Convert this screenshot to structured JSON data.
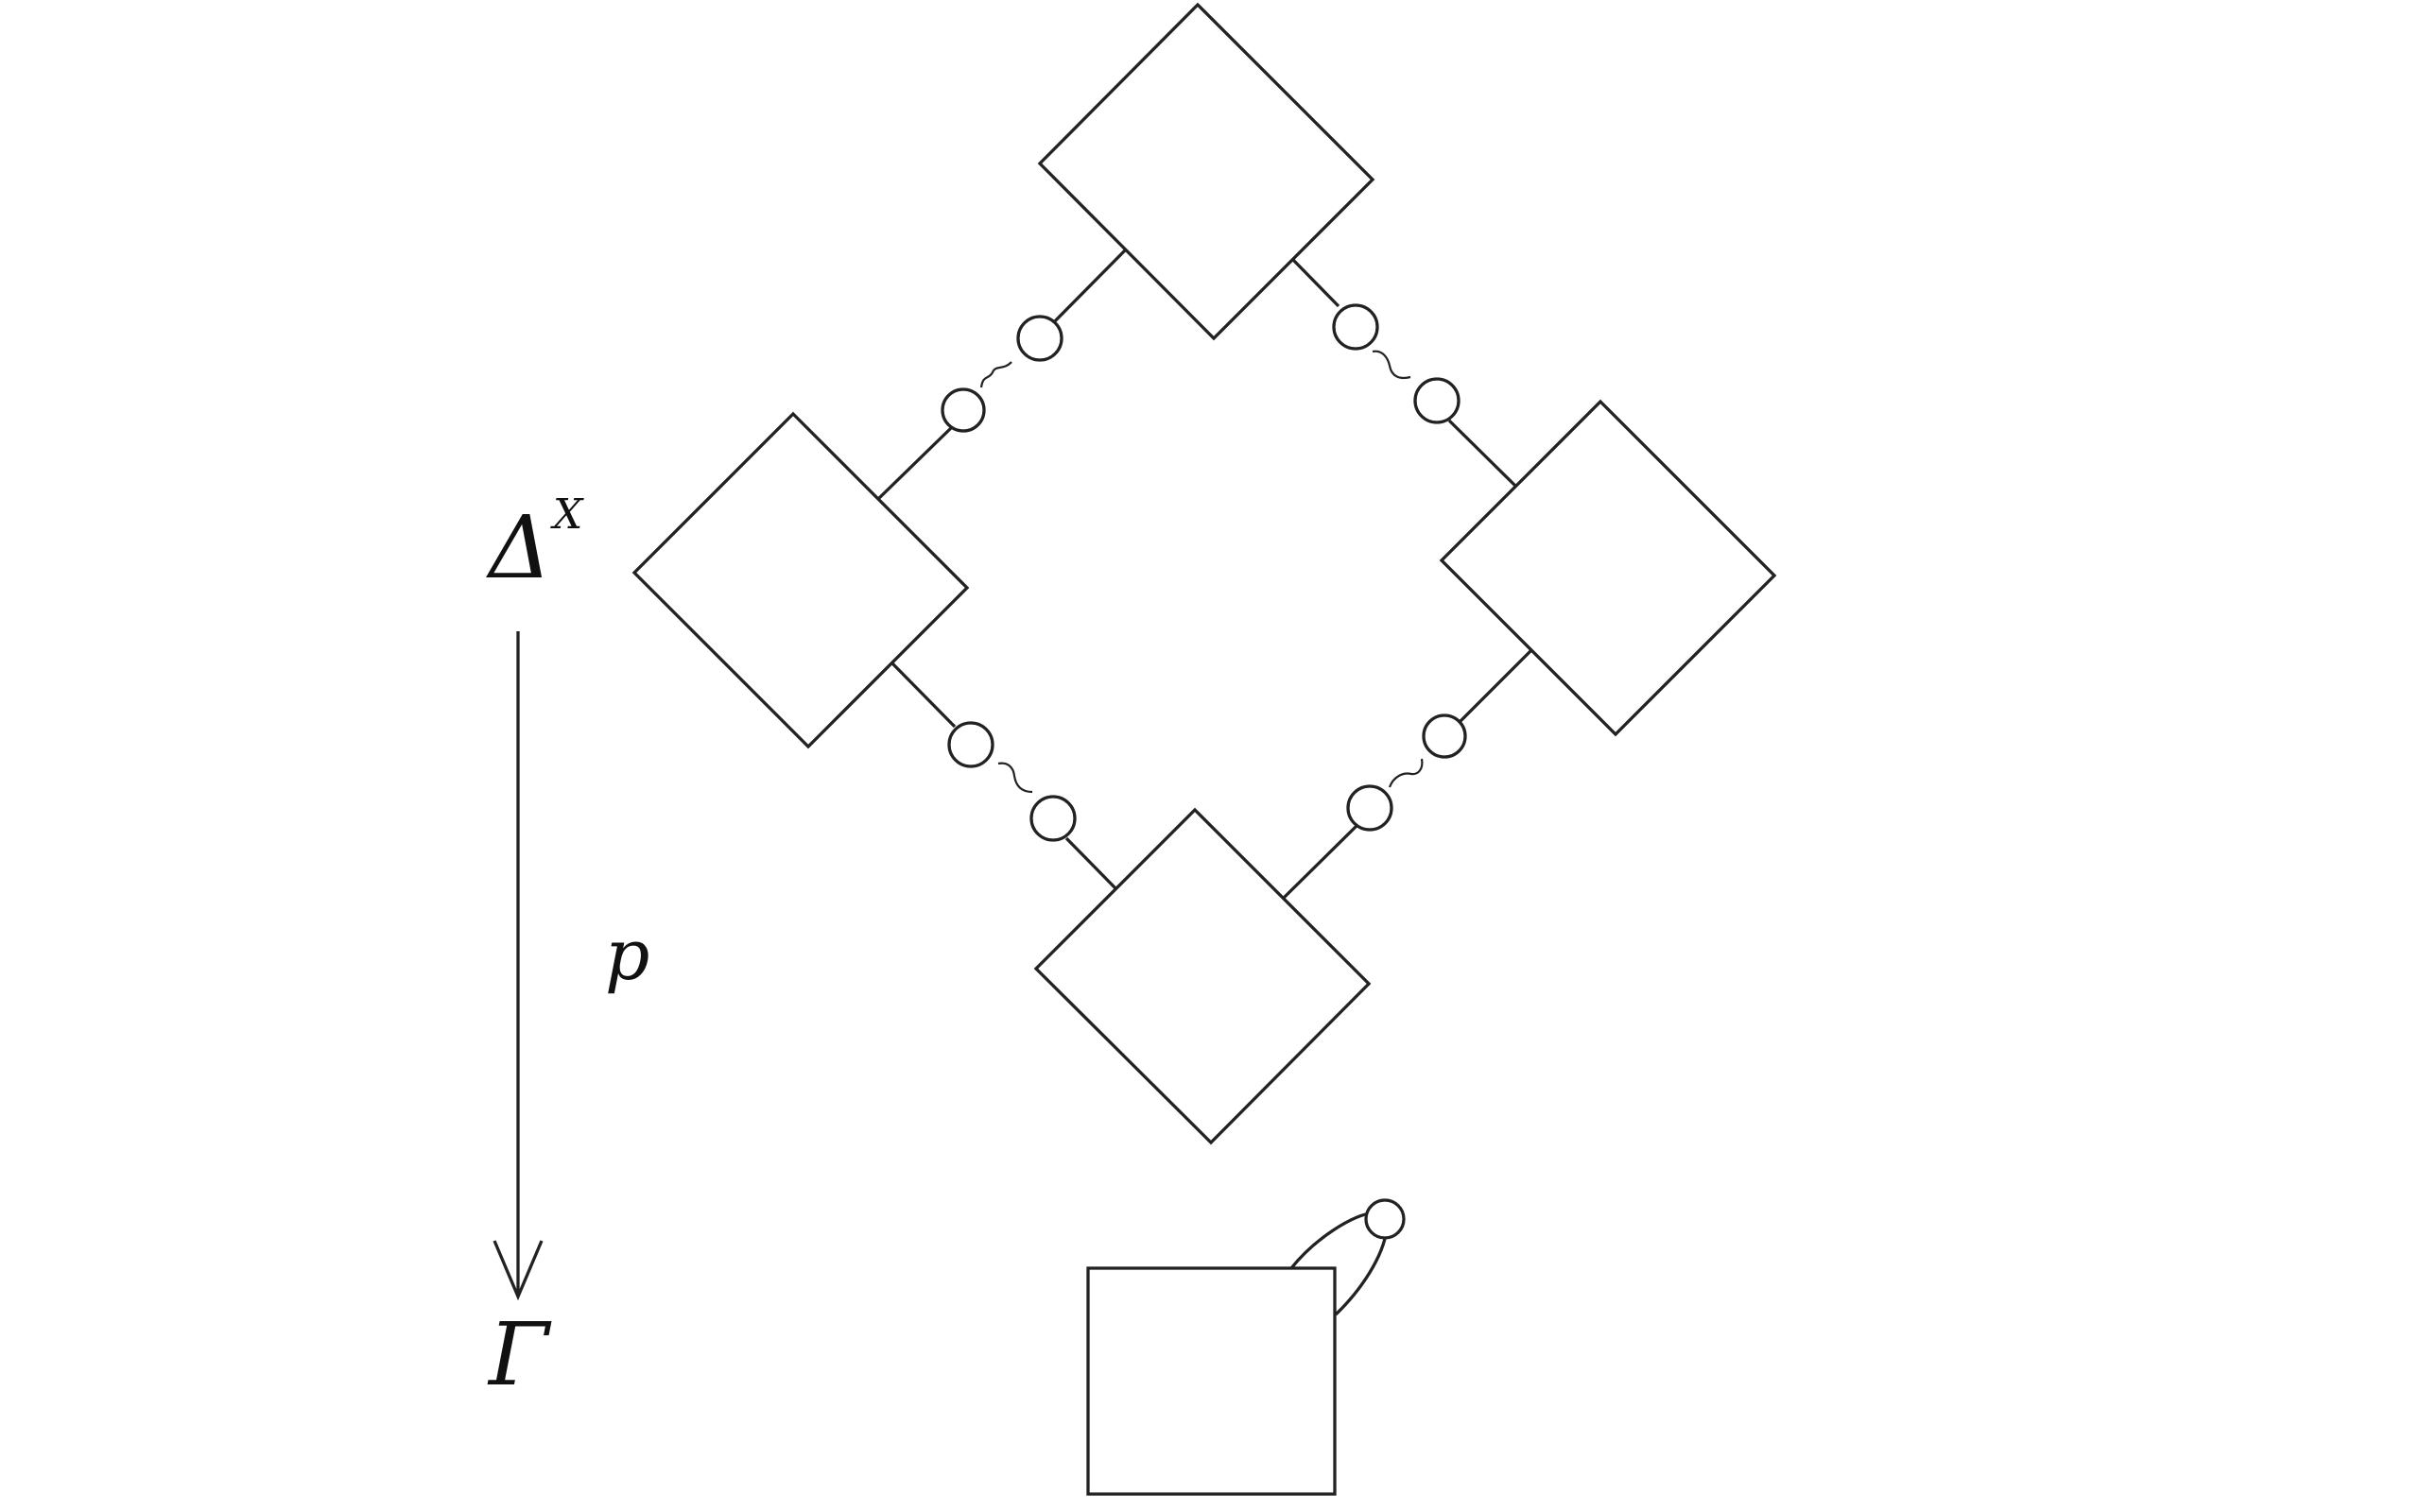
{
  "labels": {
    "delta": "Δ",
    "delta_superscript": "X",
    "map": "p",
    "gamma": "Γ"
  },
  "colors": {
    "stroke": "#222222",
    "background": "#ffffff",
    "text": "#111111"
  }
}
